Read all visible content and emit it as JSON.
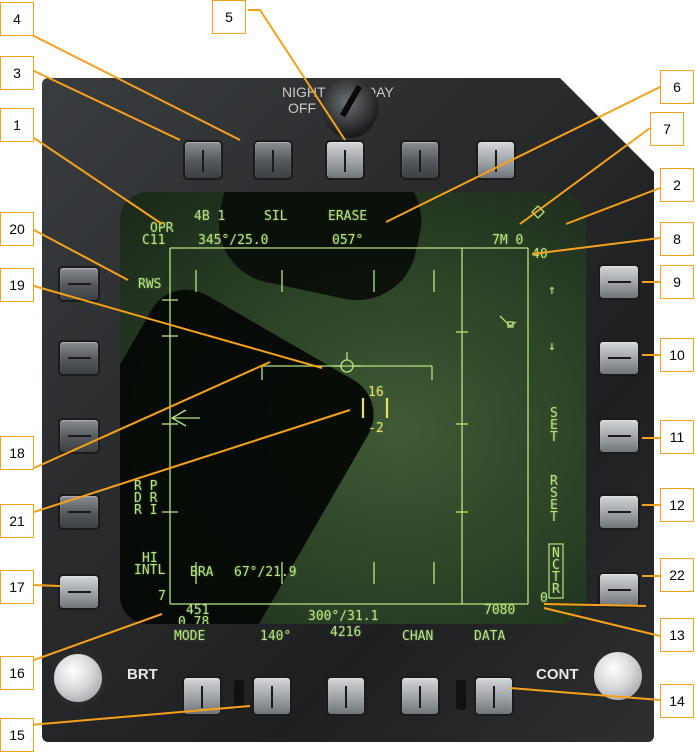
{
  "panel": {
    "knob_labels": {
      "night": "NIGHT",
      "off": "OFF",
      "day": "DAY"
    },
    "brt_label": "BRT",
    "cont_label": "CONT"
  },
  "display": {
    "opr": "OPR",
    "c11": "C11",
    "wpn_4b1": "4B 1",
    "sil": "SIL",
    "erase": "ERASE",
    "bearing_range": "345°/25.0",
    "heading": "057°",
    "rate": "7M 0",
    "range_scale": "40",
    "mode": "RWS",
    "up_arrow": "↑",
    "down_arrow": "↓",
    "set": "SET",
    "rset": "RSET",
    "nctr": "NCTR",
    "prf_line1": "R P",
    "prf_line2": "D R",
    "prf_line3": "R I",
    "hi": "HI",
    "intl": "INTL",
    "bra_label": "BRA",
    "bra_value": "67°/21.9",
    "elev_scan": "7",
    "bottom_451": "451",
    "bottom_078": "0.78",
    "bottom_center": "300°/31.1",
    "bottom_7080": "7080",
    "bottom_zero": "0",
    "acq_top": "16",
    "acq_bottom": "-2",
    "osb_mode": "MODE",
    "osb_140": "140°",
    "osb_4216": "4216",
    "osb_chan": "CHAN",
    "osb_data": "DATA"
  },
  "callouts": [
    "1",
    "2",
    "3",
    "4",
    "5",
    "6",
    "7",
    "8",
    "9",
    "10",
    "11",
    "12",
    "13",
    "14",
    "15",
    "16",
    "17",
    "18",
    "19",
    "20",
    "21",
    "22"
  ],
  "colors": {
    "symbology": "#b6e47e",
    "acq_cursor": "#e8e066",
    "callout_border": "#f7a11a"
  }
}
